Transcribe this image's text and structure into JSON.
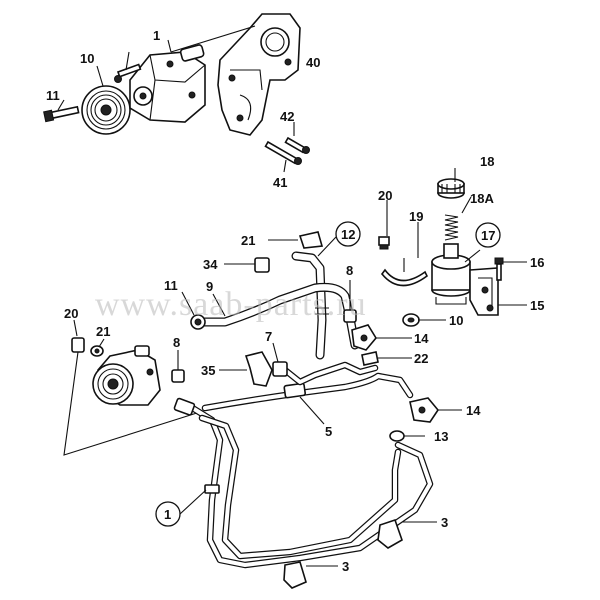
{
  "watermark": "www.saab-parts.ru",
  "callouts": {
    "c1_top": "1",
    "c10_top": "10",
    "c11_top": "11",
    "c40": "40",
    "c42": "42",
    "c41": "41",
    "c18": "18",
    "c18a": "18A",
    "c20_right": "20",
    "c19": "19",
    "c17": "17",
    "c16": "16",
    "c15": "15",
    "c21_mid": "21",
    "c12": "12",
    "c34": "34",
    "c11_mid": "11",
    "c9": "9",
    "c8_right": "8",
    "c10_mid": "10",
    "c14_upper": "14",
    "c20_left": "20",
    "c21_left": "21",
    "c8_left": "8",
    "c7": "7",
    "c22": "22",
    "c35": "35",
    "c5": "5",
    "c14_lower": "14",
    "c13": "13",
    "c1_bottom": "1",
    "c3_right": "3",
    "c3_bottom": "3"
  }
}
